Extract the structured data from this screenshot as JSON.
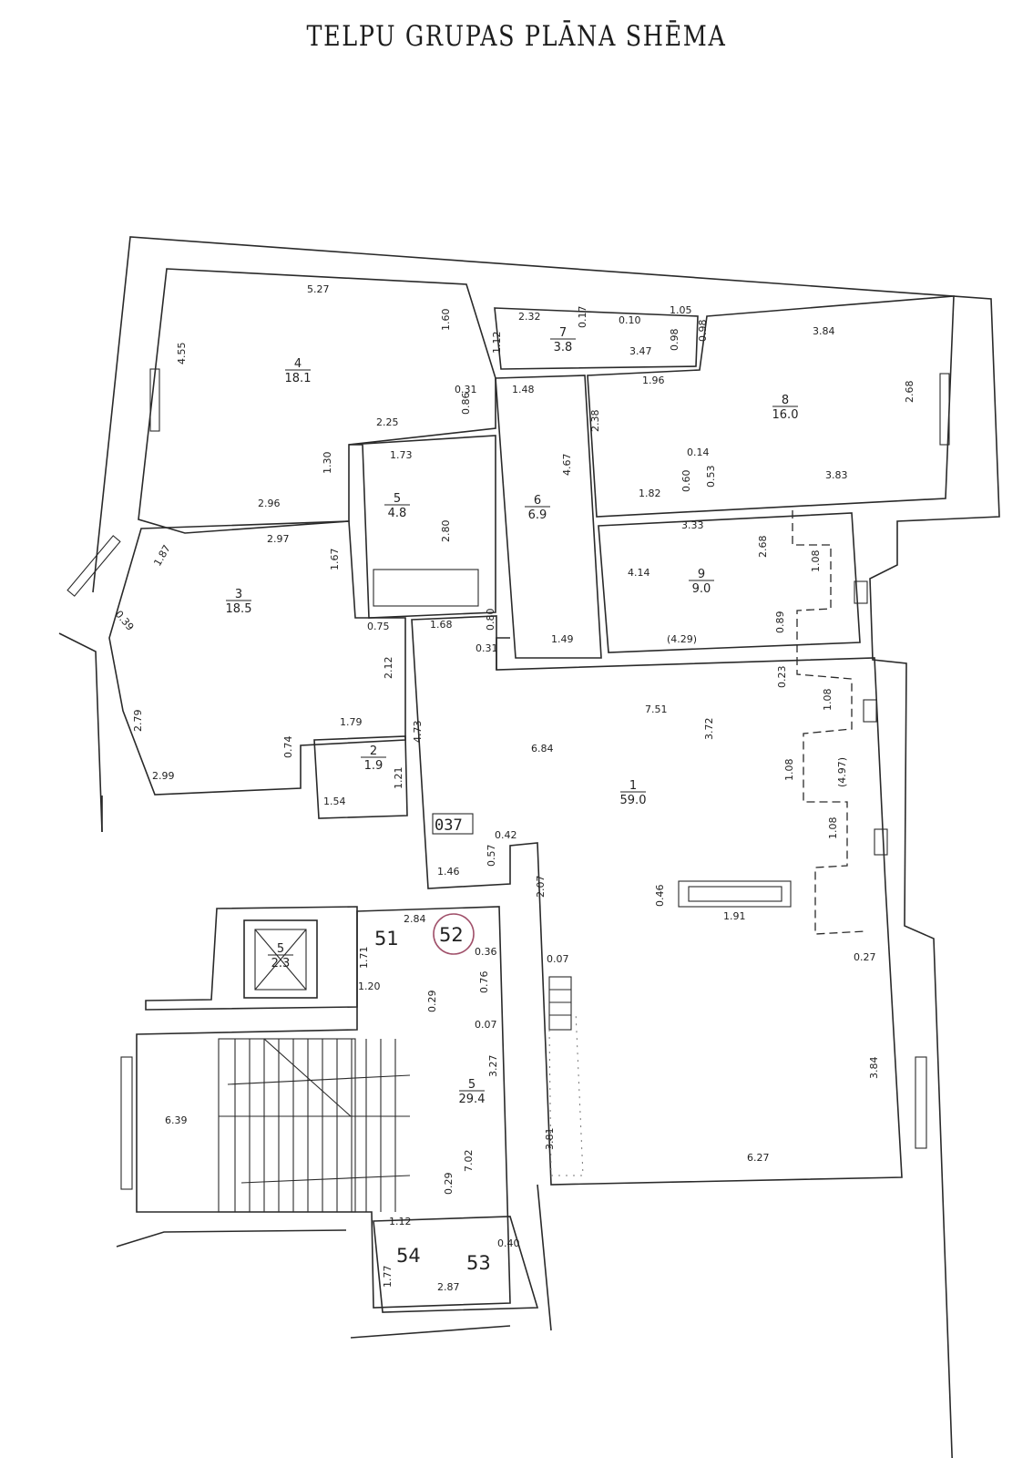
{
  "title": "TELPU GRUPAS PLĀNA SHĒMA",
  "rooms": [
    {
      "id": "room-1",
      "number": "1",
      "area": "59.0"
    },
    {
      "id": "room-2",
      "number": "2",
      "area": "1.9"
    },
    {
      "id": "room-3",
      "number": "3",
      "area": "18.5"
    },
    {
      "id": "room-4",
      "number": "4",
      "area": "18.1"
    },
    {
      "id": "room-5",
      "number": "5",
      "area": "4.8"
    },
    {
      "id": "room-6",
      "number": "6",
      "area": "6.9"
    },
    {
      "id": "room-7",
      "number": "7",
      "area": "3.8"
    },
    {
      "id": "room-8",
      "number": "8",
      "area": "16.0"
    },
    {
      "id": "room-9",
      "number": "9",
      "area": "9.0"
    },
    {
      "id": "stair-5",
      "number": "5",
      "area": "29.4"
    },
    {
      "id": "lift-5",
      "number": "5",
      "area": "2.3"
    }
  ],
  "dimensions": [
    "5.27",
    "4.55",
    "1.60",
    "0.31",
    "0.86",
    "2.25",
    "1.73",
    "1.30",
    "2.96",
    "2.80",
    "2.32",
    "0.17",
    "0.10",
    "1.05",
    "1.12",
    "3.47",
    "0.98",
    "0.98",
    "3.84",
    "1.48",
    "1.96",
    "2.38",
    "2.68",
    "4.67",
    "0.14",
    "0.60",
    "0.53",
    "1.82",
    "3.83",
    "2.97",
    "1.67",
    "1.87",
    "0.39",
    "0.75",
    "1.68",
    "0.80",
    "0.31",
    "3.33",
    "4.14",
    "2.68",
    "1.08",
    "0.89",
    "(4.29)",
    "1.49",
    "2.12",
    "2.79",
    "1.79",
    "0.74",
    "2.99",
    "1.54",
    "1.21",
    "4.73",
    "0.23",
    "7.51",
    "6.84",
    "3.72",
    "1.08",
    "1.08",
    "(4.97)",
    "1.08",
    "0.42",
    "0.57",
    "1.46",
    "2.07",
    "0.46",
    "1.91",
    "2.84",
    "0.36",
    "1.71",
    "1.20",
    "0.29",
    "0.76",
    "0.07",
    "0.07",
    "0.27",
    "3.27",
    "6.39",
    "7.02",
    "3.81",
    "3.84",
    "6.27",
    "0.29",
    "1.12",
    "0.40",
    "1.77",
    "2.87"
  ],
  "markers": {
    "code": "037",
    "labels": [
      "51",
      "52",
      "53",
      "54"
    ],
    "highlight": "52",
    "highlight_color": "#a0506a"
  }
}
